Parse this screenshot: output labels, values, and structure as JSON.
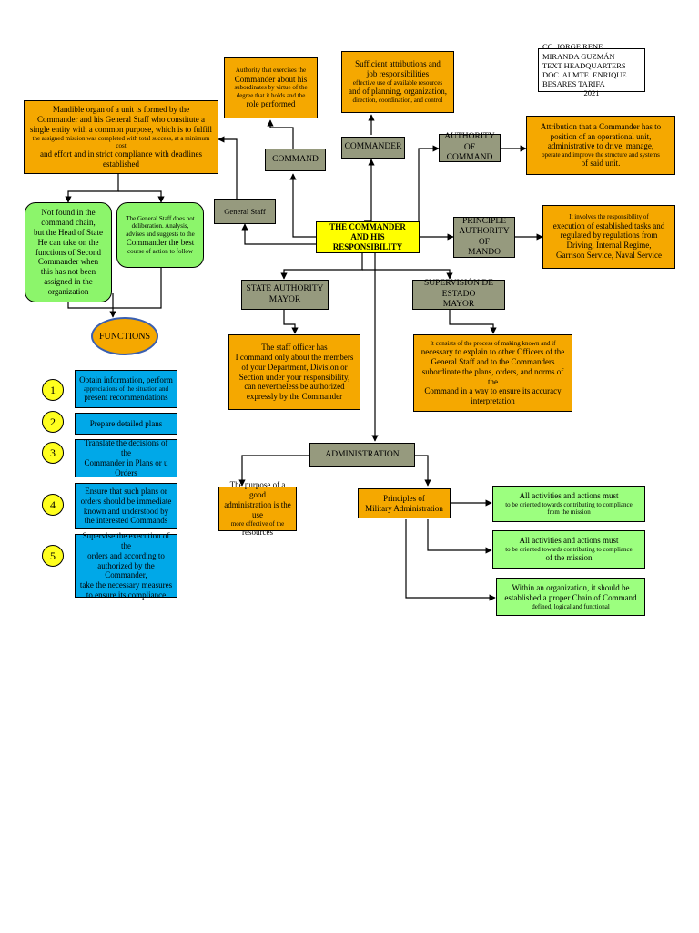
{
  "credits": {
    "line1": "CC. JORGE RENE MIRANDA GUZMÁN",
    "line2": "TEXT HEADQUARTERS",
    "line3": "DOC. ALMTE. ENRIQUE BESARES TARIFA",
    "line4": "2021"
  },
  "center": {
    "line1": "THE COMMANDER AND HIS",
    "line2": "RESPONSIBILITY"
  },
  "command": {
    "label": "COMMAND",
    "desc": {
      "l1": "Authority that exercises the",
      "l2": "Commander about his",
      "l3": "subordinates by virtue of the",
      "l4": "degree that it holds and the",
      "l5": "role performed"
    }
  },
  "commander": {
    "label": "COMMANDER",
    "desc": {
      "l1": "Sufficient attributions and",
      "l2": "job responsibilities",
      "l3": "effective use of available resources",
      "l4": "and of planning, organization,",
      "l5": "direction, coordination, and control"
    }
  },
  "authority_command": {
    "l1": "AUTHORITY OF",
    "l2": "COMMAND",
    "desc": {
      "l1": "Attribution that a Commander has to",
      "l2": "position of an operational unit,",
      "l3": "administrative to drive, manage,",
      "l4": "operate and improve the structure and systems",
      "l5": "of said unit."
    }
  },
  "principle_authority": {
    "l1": "PRINCIPLE",
    "l2": "AUTHORITY OF",
    "l3": "MANDO",
    "desc": {
      "l1": "It involves the responsibility of",
      "l2": "execution of established tasks and",
      "l3": "regulated by regulations from",
      "l4": "Driving, Internal Regime,",
      "l5": "Garrison Service, Naval Service"
    }
  },
  "general_staff": {
    "label": "General Staff",
    "desc": {
      "l1": "Mandible organ of a unit is formed by the",
      "l2": "Commander and his General Staff who constitute a",
      "l3": "single entity with a common purpose, which is to fulfill",
      "l4": "the assigned mission was completed with total success, at a minimum cost",
      "l5": "and effort and in strict compliance with deadlines",
      "l6": "established"
    },
    "left": {
      "l1": "Not found in the",
      "l2": "command chain,",
      "l3": "but the Head of State",
      "l4": "He can take on the",
      "l5": "functions of Second",
      "l6": "Commander when",
      "l7": "this has not been",
      "l8": "assigned in the",
      "l9": "organization"
    },
    "right": {
      "l1": "The General Staff does not",
      "l2": "deliberation. Analysis,",
      "l3": "advises and suggests to the",
      "l4": "Commander the best",
      "l5": "course of action to follow"
    }
  },
  "functions": {
    "label": "FUNCTIONS",
    "items": [
      {
        "num": "1",
        "l1": "Obtain information, perform",
        "l2": "appreciations of the situation and",
        "l3": "present recommendations"
      },
      {
        "num": "2",
        "l1": "Prepare detailed plans"
      },
      {
        "num": "3",
        "l1": "Translate the decisions of the",
        "l2": "Commander in Plans or u",
        "l3": "Orders"
      },
      {
        "num": "4",
        "l1": "Ensure that such plans or",
        "l2": "orders should be immediate",
        "l3": "known and understood by",
        "l4": "the interested Commands"
      },
      {
        "num": "5",
        "l1": "Supervise the execution of the",
        "l2": "orders and according to",
        "l3": "authorized by the Commander,",
        "l4": "take the necessary measures",
        "l5": "to ensure its compliance"
      }
    ]
  },
  "state_authority": {
    "l1": "STATE AUTHORITY",
    "l2": "MAYOR",
    "desc": {
      "l1": "The staff officer has",
      "l2": "I command only about the members",
      "l3": "of your Department, Division or",
      "l4": "Section under your responsibility,",
      "l5": "can nevertheless be authorized",
      "l6": "expressly by the Commander"
    }
  },
  "supervision": {
    "l1": "SUPERVISIÓN DE ESTADO",
    "l2": "MAYOR",
    "desc": {
      "l1": "It consists of the process of making known and if",
      "l2": "necessary to explain to other Officers of the",
      "l3": "General Staff and to the Commanders",
      "l4": "subordinate the plans, orders, and norms of the",
      "l5": "Command in a way to ensure its accuracy",
      "l6": "interpretation"
    }
  },
  "administration": {
    "label": "ADMINISTRATION",
    "purpose": {
      "l1": "The purpose of a good",
      "l2": "administration is the use",
      "l3": "more effective of the",
      "l4": "resources"
    },
    "principles": {
      "l1": "Principles of",
      "l2": "Military Administration"
    },
    "green1": {
      "l1": "All activities and actions must",
      "l2": "to be oriented towards contributing to compliance",
      "l3": "from the mission"
    },
    "green2": {
      "l1": "All activities and actions must",
      "l2": "to be oriented towards contributing to compliance",
      "l3": "of the mission"
    },
    "green3": {
      "l1": "Within an organization, it should be",
      "l2": "established a proper Chain of Command",
      "l3": "defined, logical and functional"
    }
  }
}
